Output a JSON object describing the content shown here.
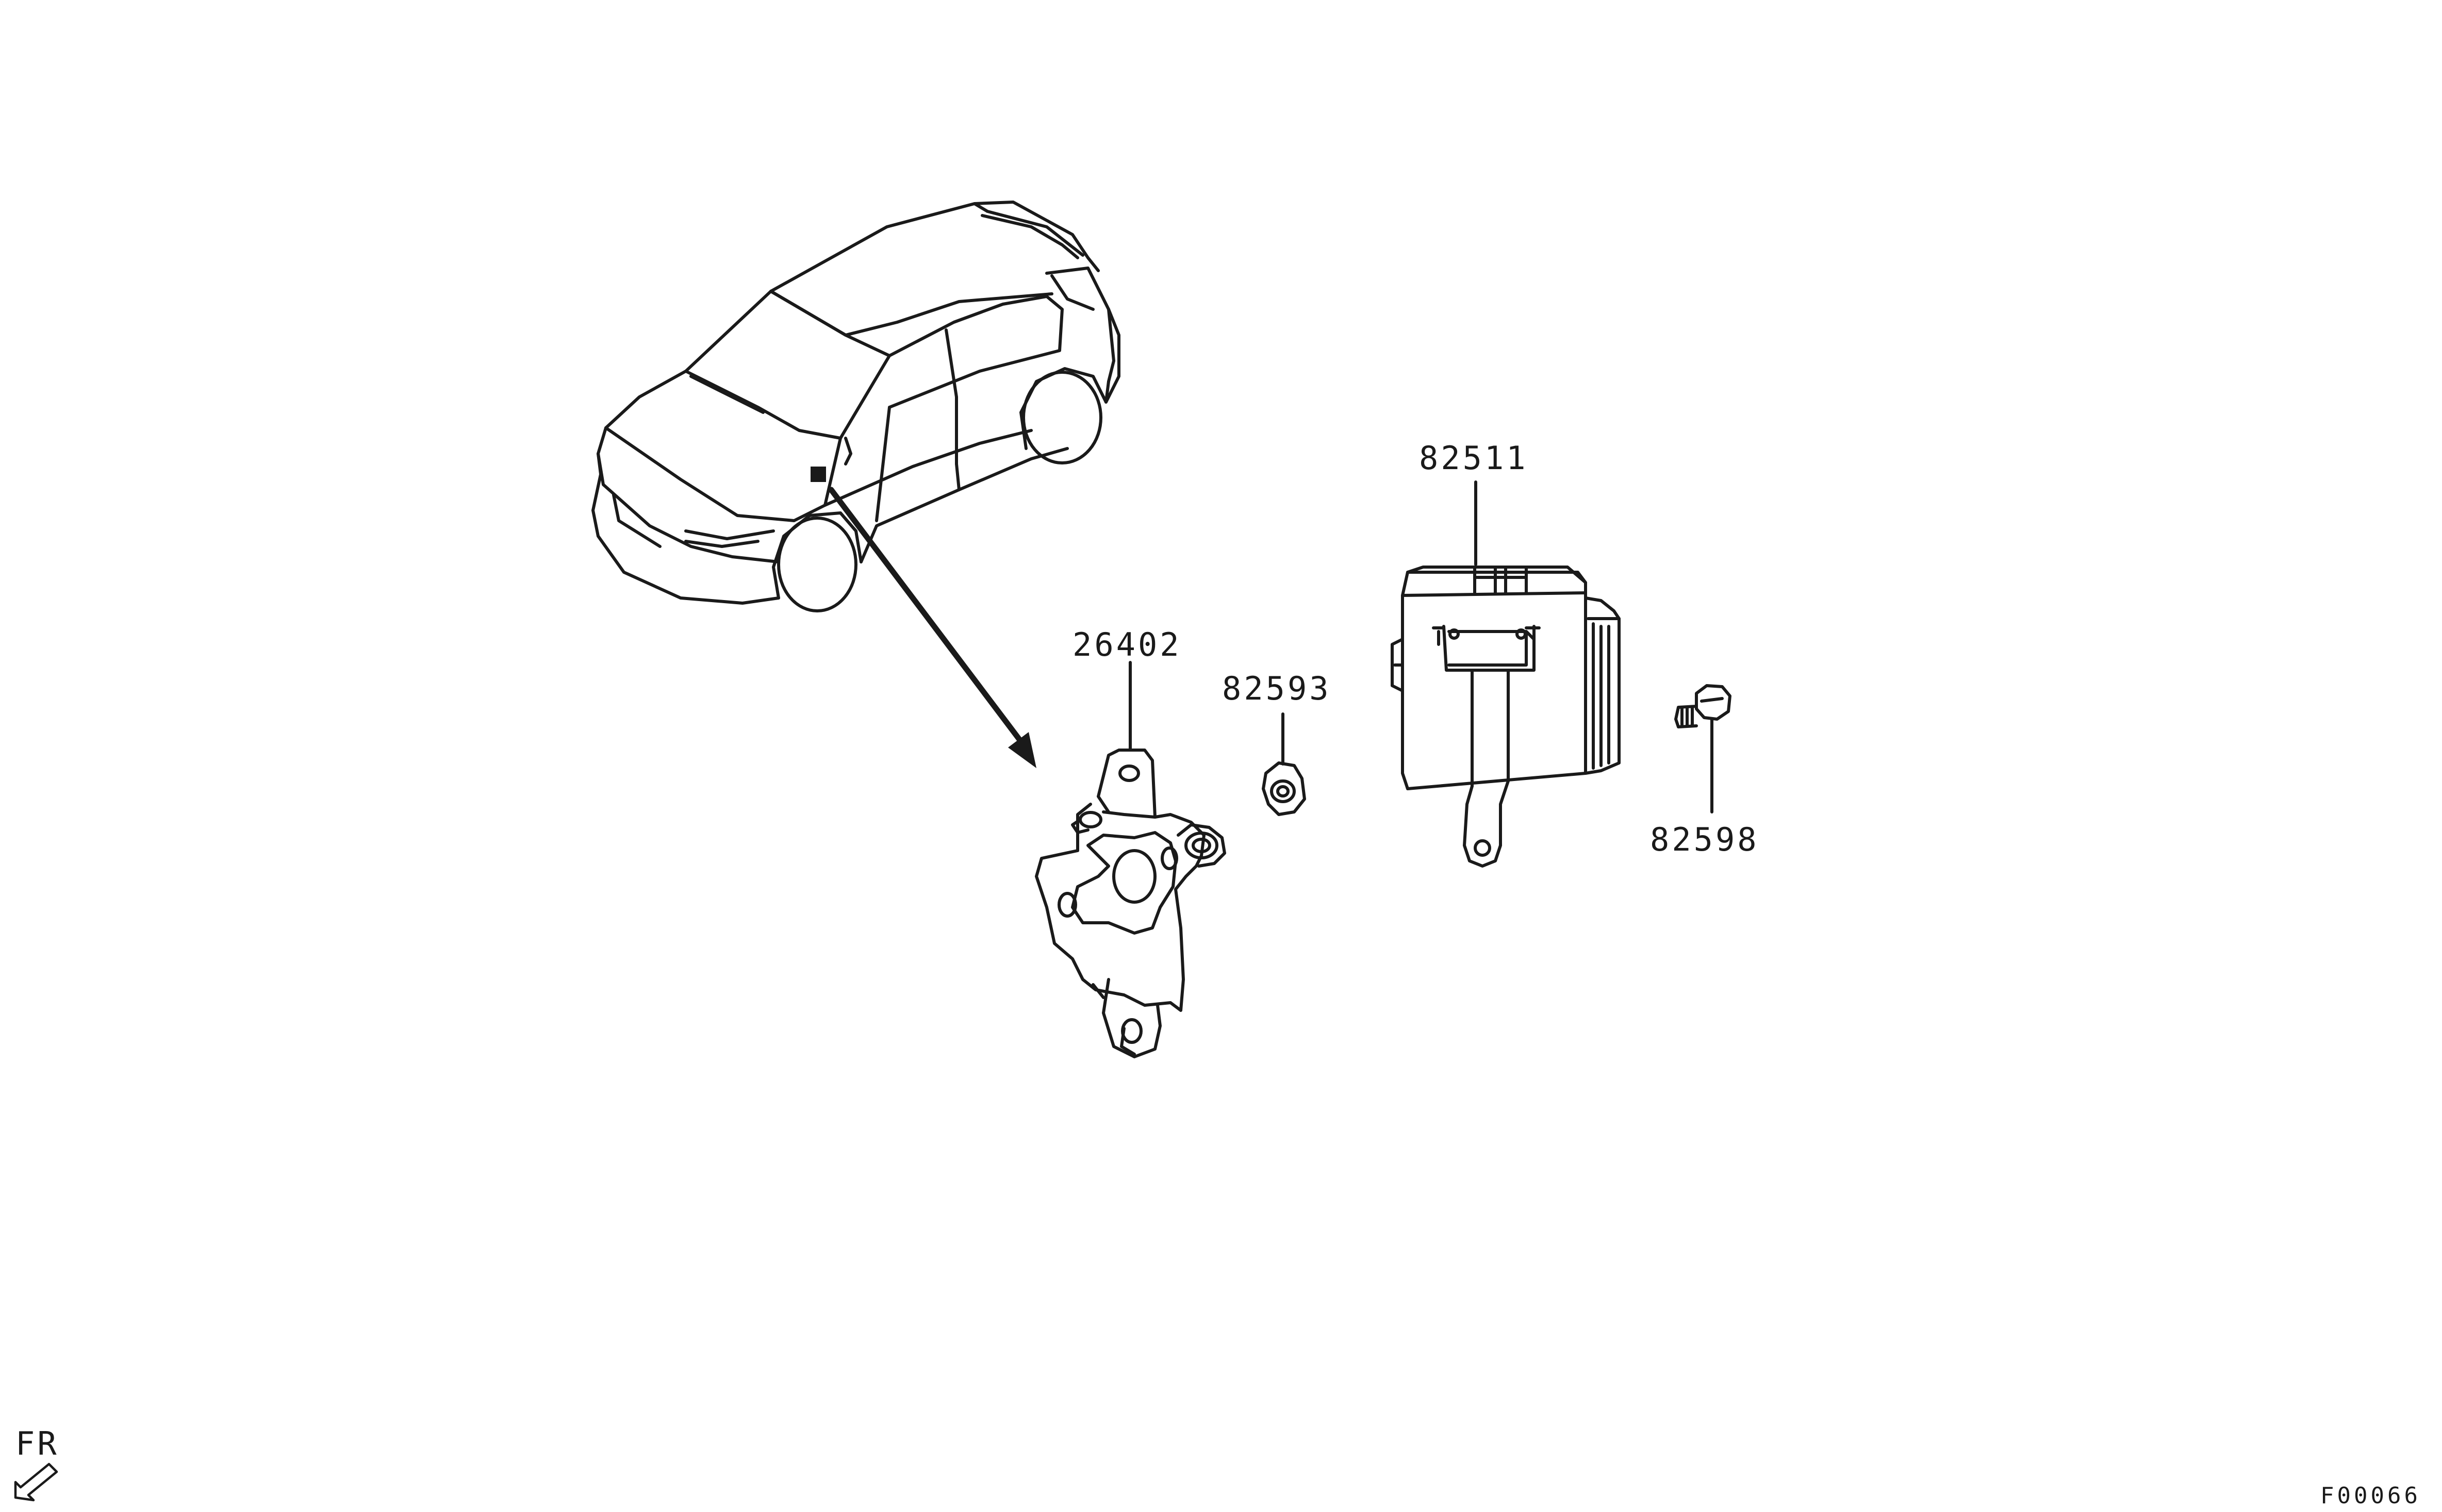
{
  "diagram": {
    "parts": [
      {
        "part_number": "82511"
      },
      {
        "part_number": "26402"
      },
      {
        "part_number": "82593"
      },
      {
        "part_number": "82598"
      }
    ],
    "direction_indicator": {
      "label": "FR",
      "icon": "front-direction-arrow-icon"
    },
    "figure_code": "F00066",
    "colors": {
      "line": "#1a1a1a",
      "background": "#ffffff"
    }
  }
}
